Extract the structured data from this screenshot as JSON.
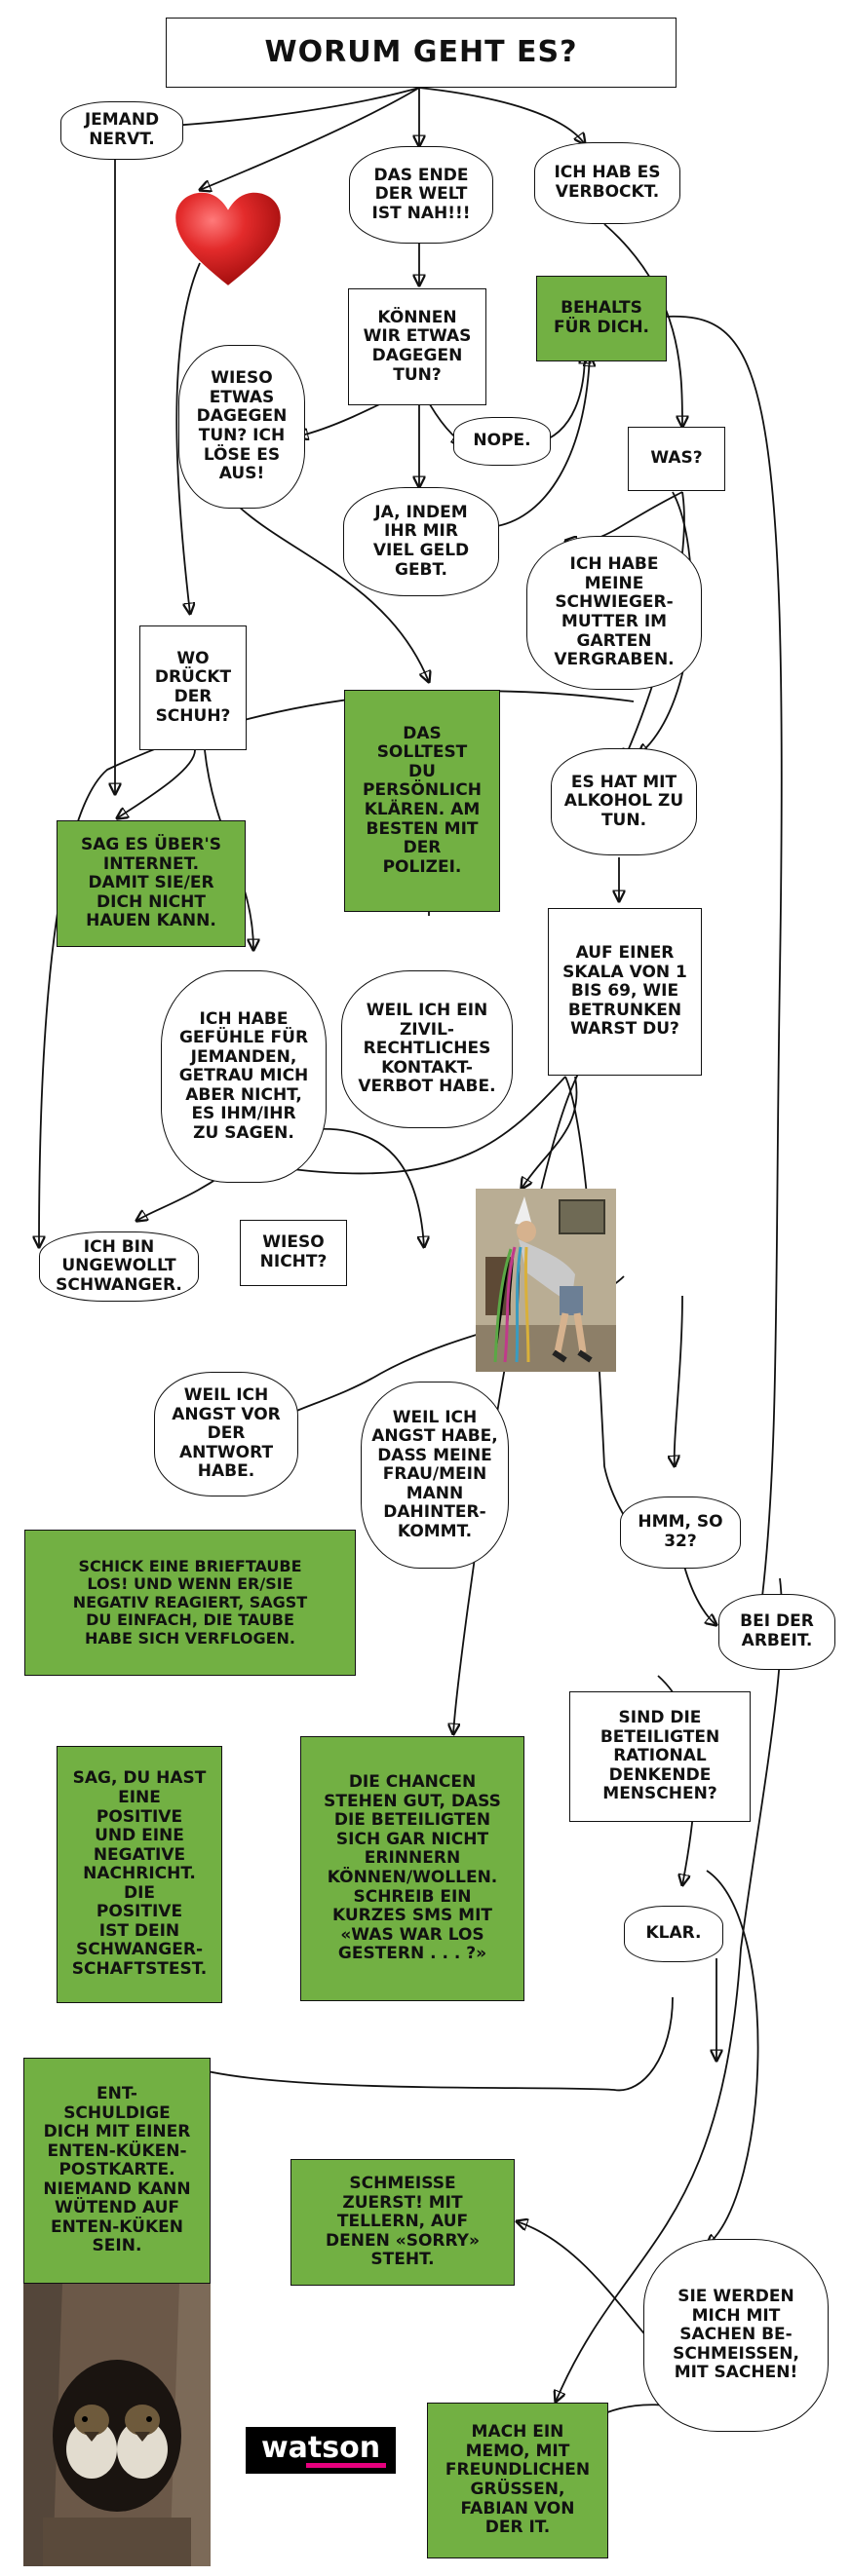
{
  "title": "WORUM GEHT ES?",
  "nodes": {
    "jemand_nervt": "JEMAND\nNERVT.",
    "ende_der_welt": "DAS ENDE\nDER WELT\nIST NAH!!!",
    "verbockt": "ICH HAB ES\nVERBOCKT.",
    "behalts": "BEHALTS\nFÜR DICH.",
    "koennen_wir": "KÖNNEN\nWIR ETWAS\nDAGEGEN\nTUN?",
    "wieso_etwas": "WIESO\nETWAS\nDAGEGEN\nTUN? ICH\nLÖSE ES\nAUS!",
    "nope": "NOPE.",
    "was": "WAS?",
    "ja_indem": "JA, INDEM\nIHR MIR\nVIEL GELD\nGEBT.",
    "schwiegermutter": "ICH HABE\nMEINE\nSCHWIEGER-\nMUTTER IM\nGARTEN\nVERGRABEN.",
    "wo_drueckt": "WO\nDRÜCKT\nDER\nSCHUH?",
    "solltest": "DAS\nSOLLTEST\nDU\nPERSÖNLICH\nKLÄREN. AM\nBESTEN MIT\nDER\nPOLIZEI.",
    "alkohol": "ES HAT MIT\nALKOHOL ZU\nTUN.",
    "sag_internet": "SAG ES ÜBER'S\nINTERNET.\nDAMIT SIE/ER\nDICH NICHT\nHAUEN KANN.",
    "skala": "AUF EINER\nSKALA VON 1\nBIS 69, WIE\nBETRUNKEN\nWARST DU?",
    "gefuehle": "ICH HABE\nGEFÜHLE FÜR\nJEMANDEN,\nGETRAU MICH\nABER NICHT,\nES IHM/IHR\nZU SAGEN.",
    "kontaktverbot": "WEIL ICH EIN\nZIVIL-\nRECHTLICHES\nKONTAKT-\nVERBOT HABE.",
    "schwanger": "ICH BIN\nUNGEWOLLT\nSCHWANGER.",
    "wieso_nicht": "WIESO\nNICHT?",
    "angst_antwort": "WEIL ICH\nANGST VOR\nDER\nANTWORT\nHABE.",
    "angst_frau": "WEIL ICH\nANGST HABE,\nDASS MEINE\nFRAU/MEIN\nMANN\nDAHINTER-\nKOMMT.",
    "hmm": "HMM, SO\n32?",
    "brieftaube": "SCHICK EINE BRIEFTAUBE\nLOS! UND WENN ER/SIE\nNEGATIV REAGIERT, SAGST\nDU EINFACH, DIE TAUBE\nHABE SICH VERFLOGEN.",
    "bei_der_arbeit": "BEI DER\nARBEIT.",
    "rational": "SIND DIE\nBETEILIGTEN\nRATIONAL\nDENKENDE\nMENSCHEN?",
    "sag_du_hast": "SAG, DU HAST\nEINE\nPOSITIVE\nUND EINE\nNEGATIVE\nNACHRICHT.\nDIE\nPOSITIVE\nIST DEIN\nSCHWANGER-\nSCHAFTSTEST.",
    "chancen": "DIE CHANCEN\nSTEHEN GUT, DASS\nDIE BETEILIGTEN\nSICH GAR NICHT\nERINNERN\nKÖNNEN/WOLLEN.\nSCHREIB EIN\nKURZES SMS MIT\n«WAS WAR LOS\nGESTERN . . . ?»",
    "klar": "KLAR.",
    "entschuldige": "ENT-\nSCHULDIGE\nDICH MIT EINER\nENTEN-KÜKEN-\nPOSTKARTE.\nNIEMAND KANN\nWÜTEND AUF\nENTEN-KÜKEN\nSEIN.",
    "schmeisse": "SCHMEISSE\nZUERST! MIT\nTELLERN, AUF\nDENEN «SORRY»\nSTEHT.",
    "sachen": "SIE WERDEN\nMICH MIT\nSACHEN BE-\nSCHMEISSEN,\nMIT SACHEN!",
    "memo": "MACH EIN\nMEMO, MIT\nFREUNDLICHEN\nGRÜSSEN,\nFABIAN VON\nDER IT."
  },
  "logo": "watson",
  "colors": {
    "answer_green": "#72b043",
    "heart_red": "#e32b2b",
    "logo_accent": "#e6007e"
  },
  "icons": [
    "heart-icon",
    "drunk-person-photo",
    "ducklings-photo"
  ]
}
